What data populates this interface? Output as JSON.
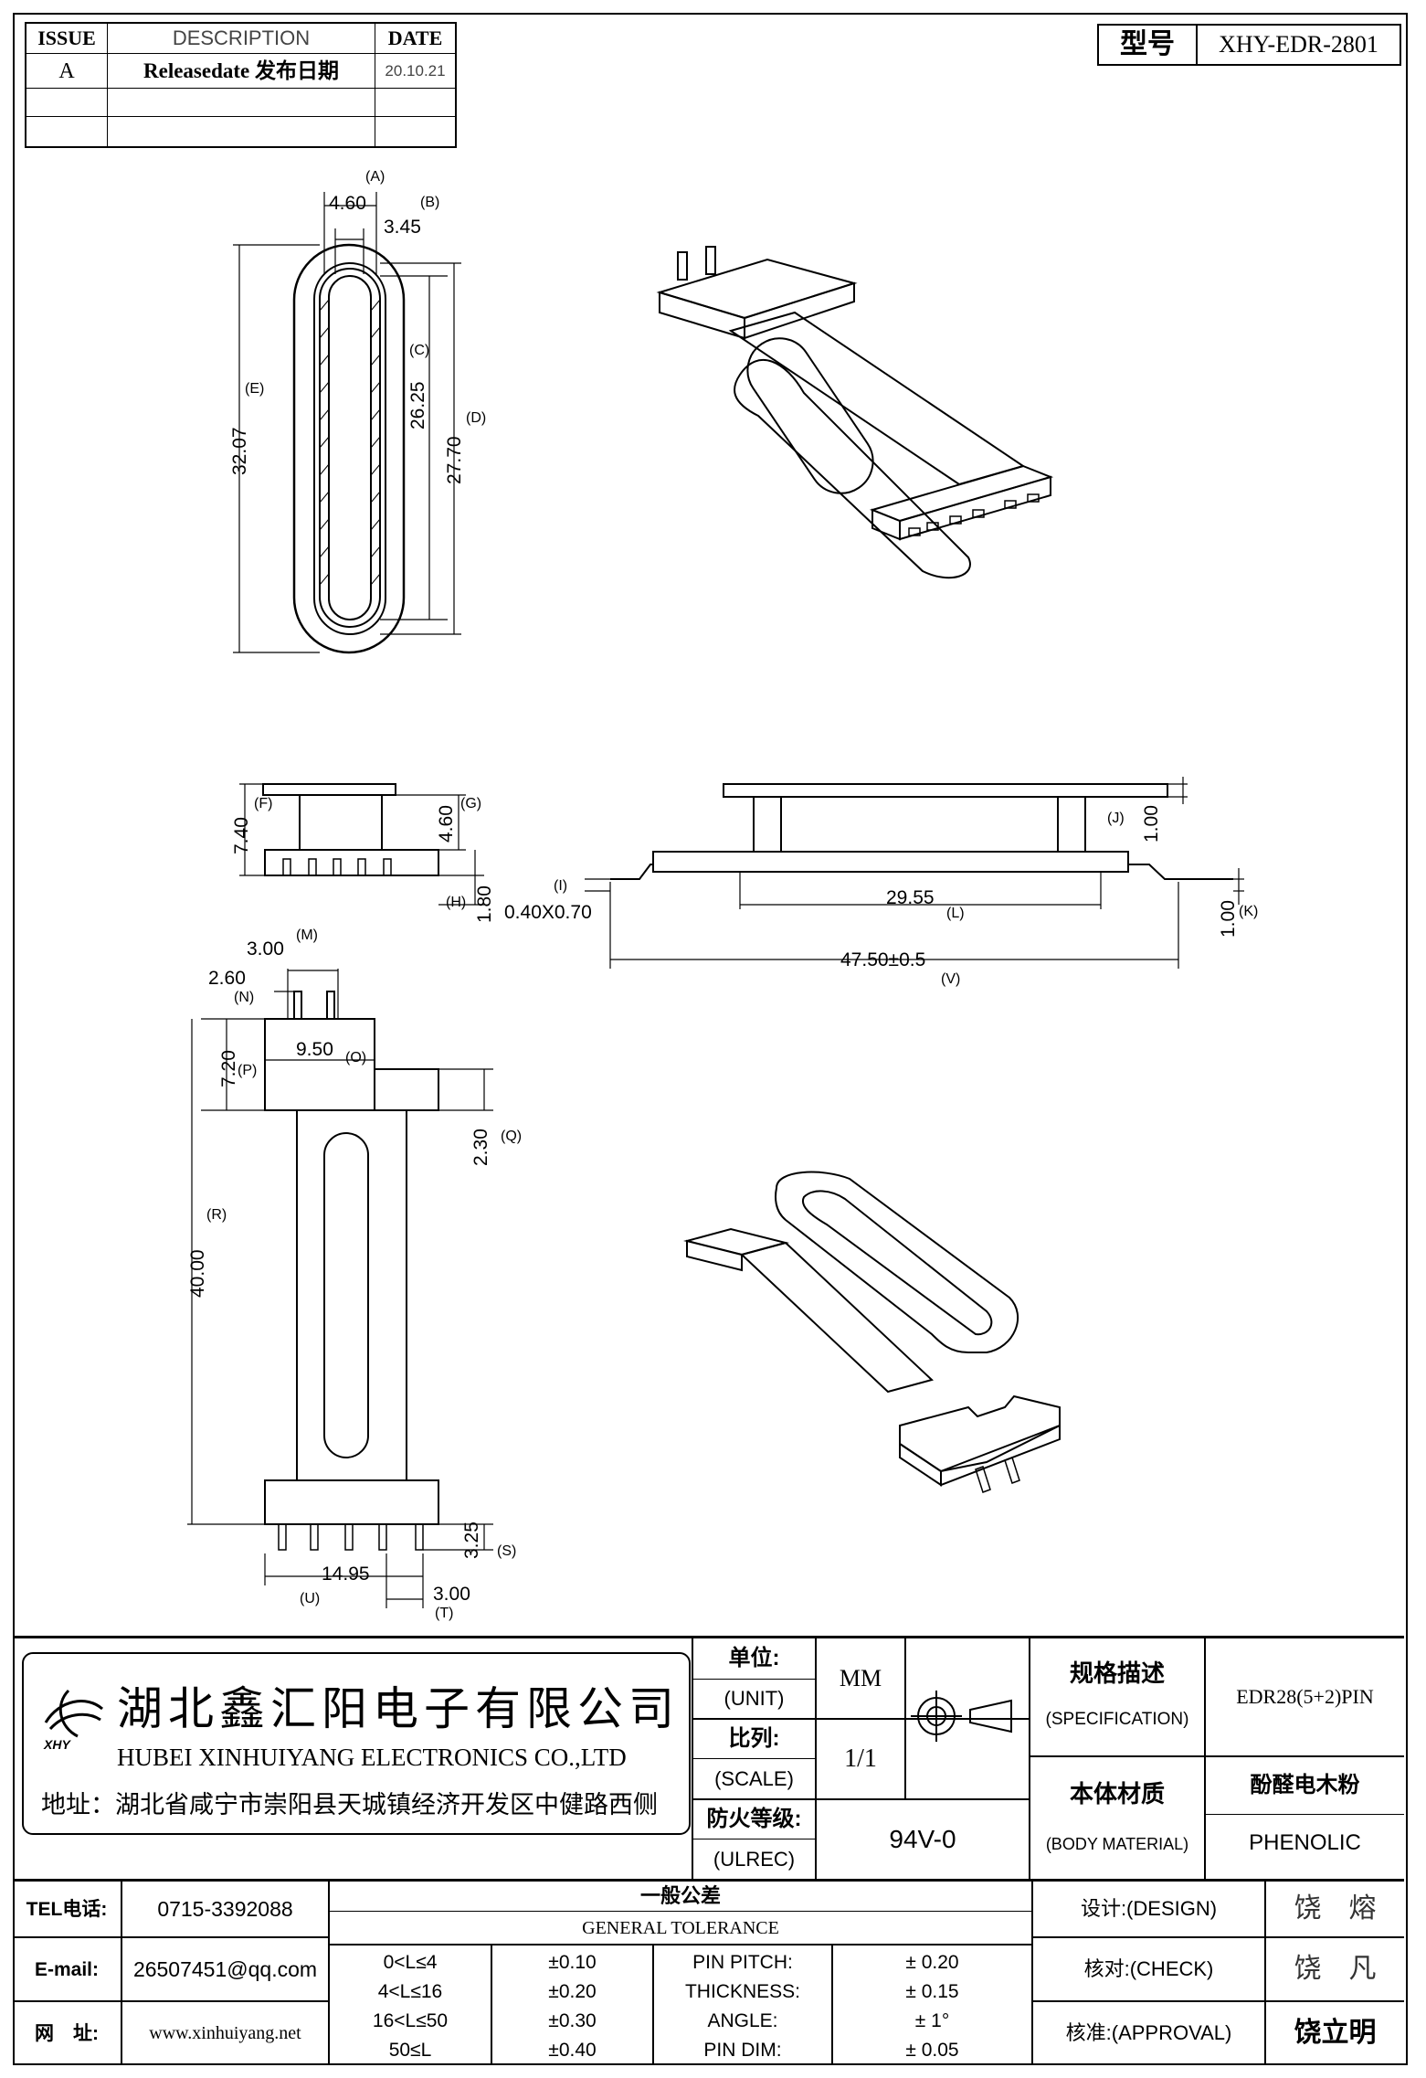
{
  "revision_table": {
    "headers": {
      "issue": "ISSUE",
      "description": "DESCRIPTION",
      "date": "DATE"
    },
    "rows": [
      {
        "issue": "A",
        "description": "Releasedate 发布日期",
        "date": "20.10.21"
      }
    ]
  },
  "model": {
    "label": "型号",
    "value": "XHY-EDR-2801"
  },
  "dimensions": {
    "A": "(A)",
    "B": "(B)",
    "C": "(C)",
    "D": "(D)",
    "E": "(E)",
    "A_val": "4.60",
    "B_val": "3.45",
    "C_val": "26.25",
    "D_val": "27.70",
    "E_val": "32.07",
    "F": "(F)",
    "G": "(G)",
    "H": "(H)",
    "I": "(I)",
    "J": "(J)",
    "K": "(K)",
    "L": "(L)",
    "V": "(V)",
    "F_val": "7.40",
    "G_val": "4.60",
    "H_val": "1.80",
    "I_val": "0.40X0.70",
    "J_val": "1.00",
    "K_val": "1.00",
    "L_val": "29.55",
    "V_val": "47.50±0.5",
    "M": "(M)",
    "N": "(N)",
    "O": "(O)",
    "P": "(P)",
    "Q": "(Q)",
    "R": "(R)",
    "S": "(S)",
    "T": "(T)",
    "U": "(U)",
    "M_val": "3.00",
    "N_val": "2.60",
    "O_val": "9.50",
    "P_val": "7.20",
    "Q_val": "2.30",
    "R_val": "40.00",
    "S_val": "3.25",
    "T_val": "3.00",
    "U_val": "14.95"
  },
  "company": {
    "name_cn": "湖北鑫汇阳电子有限公司",
    "name_en": "HUBEI XINHUIYANG ELECTRONICS CO.,LTD",
    "address": "地址：湖北省咸宁市崇阳县天城镇经济开发区中健路西侧",
    "logo_text": "XHY"
  },
  "title_block": {
    "unit_label_cn": "单位:",
    "unit_label_en": "(UNIT)",
    "unit_value": "MM",
    "scale_label_cn": "比列:",
    "scale_label_en": "(SCALE)",
    "scale_value": "1/1",
    "ul_label_cn": "防火等级:",
    "ul_label_en": "(ULREC)",
    "ul_value": "94V-0",
    "spec_label_cn": "规格描述",
    "spec_label_en": "(SPECIFICATION)",
    "spec_value": "EDR28(5+2)PIN",
    "material_label_cn": "本体材质",
    "material_label_en": "(BODY MATERIAL)",
    "material_value_cn": "酚醛电木粉",
    "material_value_en": "PHENOLIC"
  },
  "contact": {
    "tel_label": "TEL电话:",
    "tel": "0715-3392088",
    "email_label": "E-mail:",
    "email": "26507451@qq.com",
    "web_label": "网　址:",
    "web": "www.xinhuiyang.net"
  },
  "tolerance": {
    "title_cn": "一般公差",
    "title_en": "GENERAL TOLERANCE",
    "ranges": [
      {
        "range": "0<L≤4",
        "tol": "±0.10"
      },
      {
        "range": "4<L≤16",
        "tol": "±0.20"
      },
      {
        "range": "16<L≤50",
        "tol": "±0.30"
      },
      {
        "range": "50≤L",
        "tol": "±0.40"
      }
    ],
    "others": [
      {
        "label": "PIN PITCH:",
        "value": "± 0.20"
      },
      {
        "label": "THICKNESS:",
        "value": "± 0.15"
      },
      {
        "label": "ANGLE:",
        "value": "± 1°"
      },
      {
        "label": "PIN DIM:",
        "value": "± 0.05"
      }
    ]
  },
  "signoff": {
    "design_label": "设计:(DESIGN)",
    "design_name": "饶　熔",
    "check_label": "核对:(CHECK)",
    "check_name": "饶　凡",
    "approval_label": "核准:(APPROVAL)",
    "approval_name": "饶立明"
  }
}
